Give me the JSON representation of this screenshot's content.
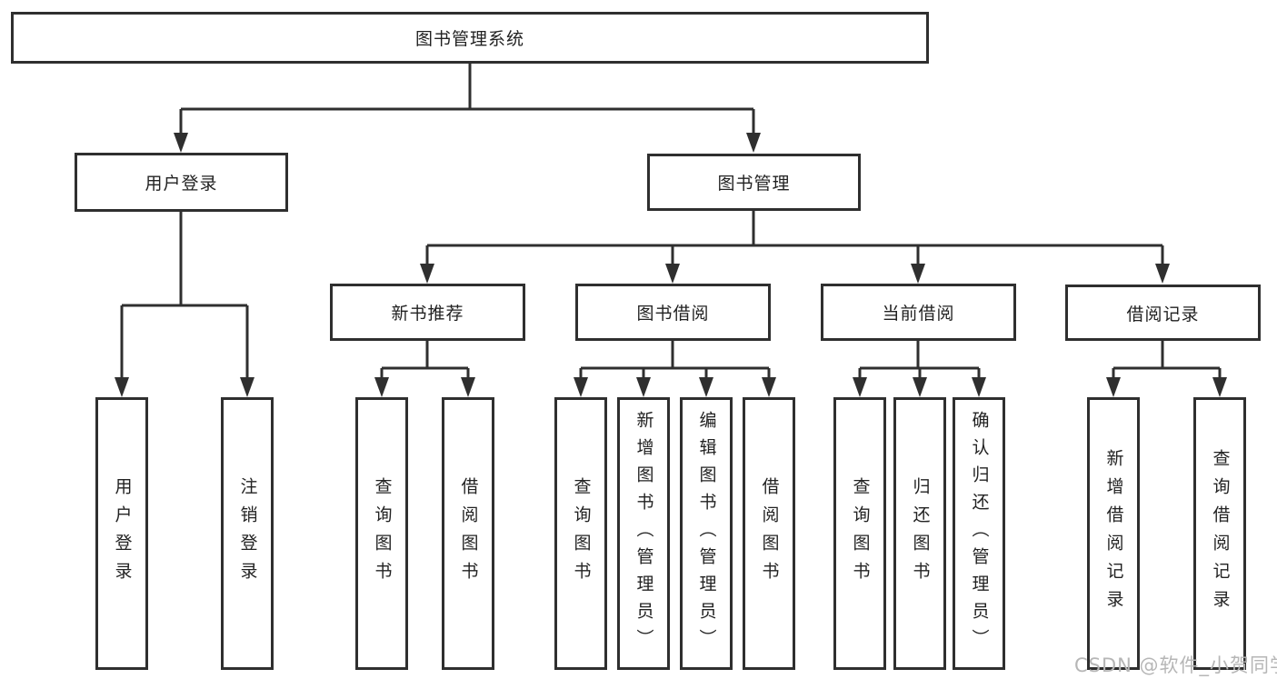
{
  "colors": {
    "background": "#ffffff",
    "line": "#2f2f2f",
    "text": "#222222",
    "watermark": "#b6b6b6"
  },
  "tree": {
    "root": "图书管理系统",
    "branches": [
      {
        "label": "用户登录",
        "children": [
          {
            "label": "用户登录"
          },
          {
            "label": "注销登录"
          }
        ]
      },
      {
        "label": "图书管理",
        "children": [
          {
            "label": "新书推荐",
            "children": [
              {
                "label": "查询图书"
              },
              {
                "label": "借阅图书"
              }
            ]
          },
          {
            "label": "图书借阅",
            "children": [
              {
                "label": "查询图书"
              },
              {
                "label": "新增图书（管理员）"
              },
              {
                "label": "编辑图书（管理员）"
              },
              {
                "label": "借阅图书"
              }
            ]
          },
          {
            "label": "当前借阅",
            "children": [
              {
                "label": "查询图书"
              },
              {
                "label": "归还图书"
              },
              {
                "label": "确认归还（管理员）"
              }
            ]
          },
          {
            "label": "借阅记录",
            "children": [
              {
                "label": "新增借阅记录"
              },
              {
                "label": "查询借阅记录"
              }
            ]
          }
        ]
      }
    ]
  },
  "watermark": "CSDN @软件_小贺同学"
}
